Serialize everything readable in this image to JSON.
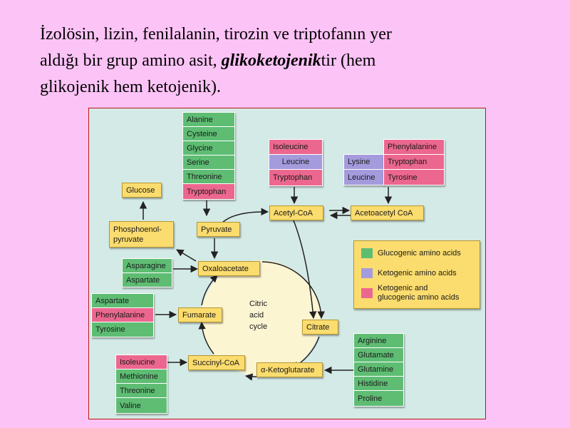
{
  "title": {
    "line1": "İzolösin, lizin, fenilalanin, tirozin ve triptofanın yer",
    "line2_start": "aldığı bir grup amino asit, ",
    "line2_bold": "glikoketojenik",
    "line2_end": "tir (hem",
    "line3": "glikojenik hem ketojenik)."
  },
  "intermediates": {
    "glucose": "Glucose",
    "pep_line1": "Phosphoenol-",
    "pep_line2": "pyruvate",
    "pyruvate": "Pyruvate",
    "acetyl_coa": "Acetyl-CoA",
    "acetoacetyl_coa": "Acetoacetyl CoA",
    "oxaloacetate": "Oxaloacetate",
    "fumarate": "Fumarate",
    "citrate": "Citrate",
    "succinyl_coa": "Succinyl-CoA",
    "alpha_ketoglutarate": "α-Ketoglutarate"
  },
  "cycle": {
    "line1": "Citric",
    "line2": "acid",
    "line3": "cycle"
  },
  "groups": {
    "pyruvate_group": [
      "Alanine",
      "Cysteine",
      "Glycine",
      "Serine",
      "Threonine",
      "Tryptophan"
    ],
    "acetyl_group": [
      "Isoleucine",
      "Leucine",
      "Tryptophan"
    ],
    "acetoacetyl_left": [
      "Lysine",
      "Leucine"
    ],
    "acetoacetyl_right": [
      "Phenylalanine",
      "Tryptophan",
      "Tyrosine"
    ],
    "oxaloacetate_group": [
      "Asparagine",
      "Aspartate"
    ],
    "fumarate_group": [
      "Aspartate",
      "Phenylalanine",
      "Tyrosine"
    ],
    "succinyl_group": [
      "Isoleucine",
      "Methionine",
      "Threonine",
      "Valine"
    ],
    "ketoglutarate_group": [
      "Arginine",
      "Glutamate",
      "Glutamine",
      "Histidine",
      "Proline"
    ]
  },
  "legend": {
    "glucogenic": "Glucogenic amino acids",
    "ketogenic": "Ketogenic amino acids",
    "both_line1": "Ketogenic and",
    "both_line2": "glucogenic amino acids"
  },
  "colors": {
    "glucogenic": "#5ebd73",
    "ketogenic": "#a49bdd",
    "both": "#ec678f",
    "intermediate": "#fbdc6e",
    "background": "#fcc3f6"
  }
}
